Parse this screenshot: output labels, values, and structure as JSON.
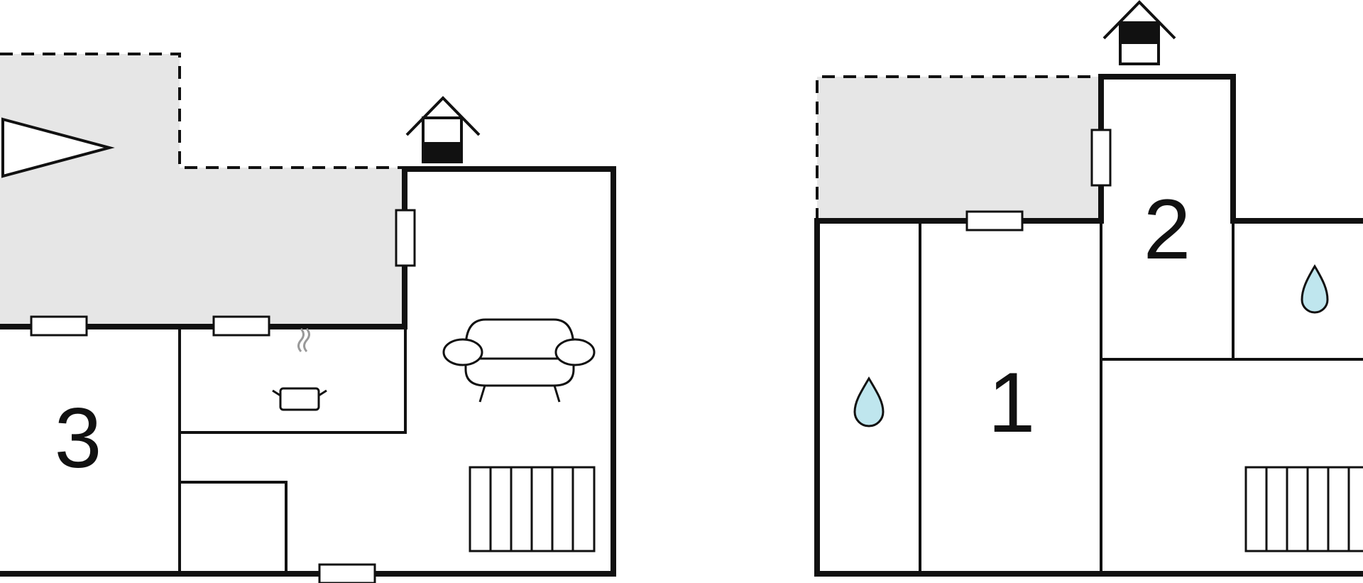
{
  "floor_plan": {
    "rooms": [
      {
        "id": "bedroom-3",
        "label": "3"
      },
      {
        "id": "bedroom-1",
        "label": "1"
      },
      {
        "id": "bedroom-2",
        "label": "2"
      }
    ],
    "icons": {
      "entrance": "entrance-arrow-icon",
      "cooking": "cooking-pot-icon",
      "living": "sofa-icon",
      "bathroom": "water-drop-icon",
      "stairs": "staircase-icon",
      "chimney": "house-outline-icon"
    },
    "colors": {
      "wall": "#111111",
      "terrace": "#e6e6e6",
      "water_drop": "#bfe6ee",
      "background": "#ffffff"
    }
  }
}
